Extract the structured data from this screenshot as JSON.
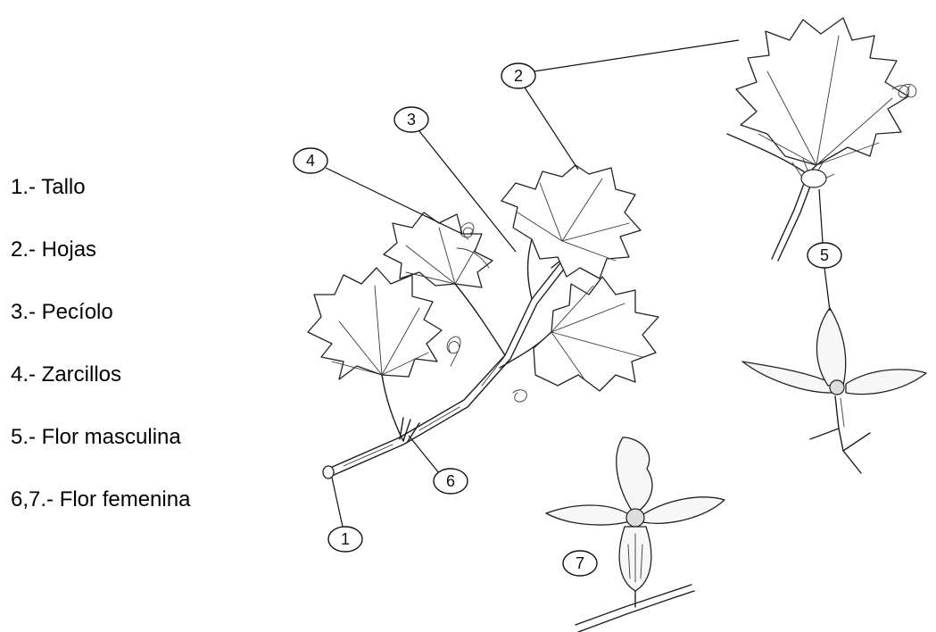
{
  "legend": [
    "1.-  Tallo",
    "2.- Hojas",
    "3.- Pecíolo",
    "4.- Zarcillos",
    "5.- Flor masculina",
    "6,7.- Flor femenina"
  ],
  "callouts": [
    "1",
    "2",
    "3",
    "4",
    "5",
    "6",
    "7"
  ]
}
